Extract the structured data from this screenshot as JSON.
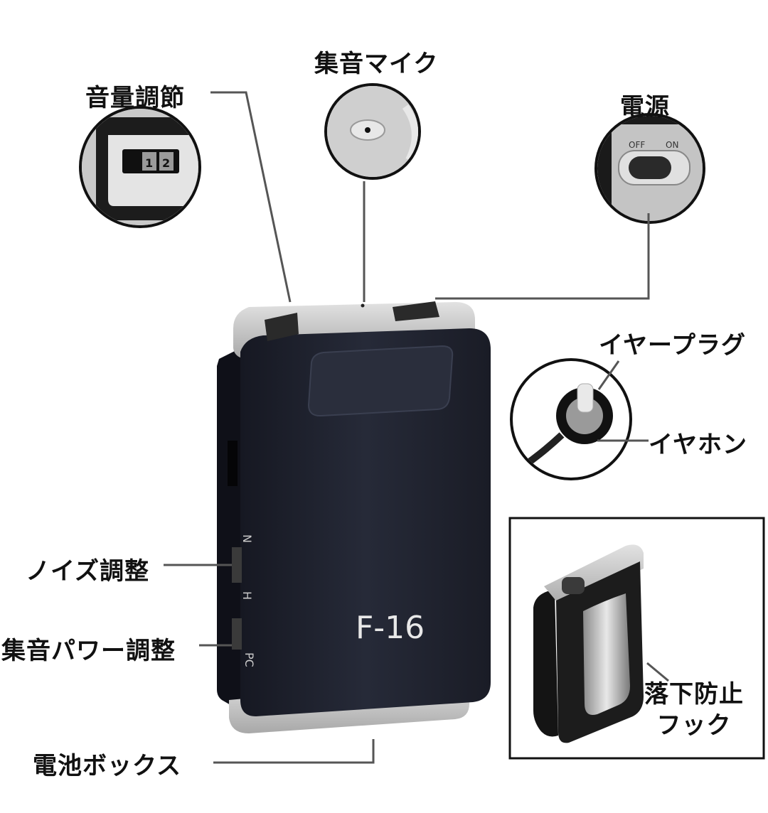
{
  "colors": {
    "device_body": "#1f2230",
    "device_trim": "#c8c8c8",
    "leader_line": "#555555",
    "text": "#111111"
  },
  "labels": {
    "volume": "音量調節",
    "mic": "集音マイク",
    "power": "電源",
    "earplug": "イヤープラグ",
    "earphone": "イヤホン",
    "noise": "ノイズ調整",
    "gain": "集音パワー調整",
    "battery": "電池ボックス",
    "hook_line1": "落下防止",
    "hook_line2": "フック"
  },
  "device": {
    "model": "F-16",
    "dial_numbers": [
      "1",
      "2"
    ],
    "switch_off": "OFF",
    "switch_on": "ON",
    "noise_n": "N",
    "noise_h": "H",
    "gain_pc": "PC"
  }
}
